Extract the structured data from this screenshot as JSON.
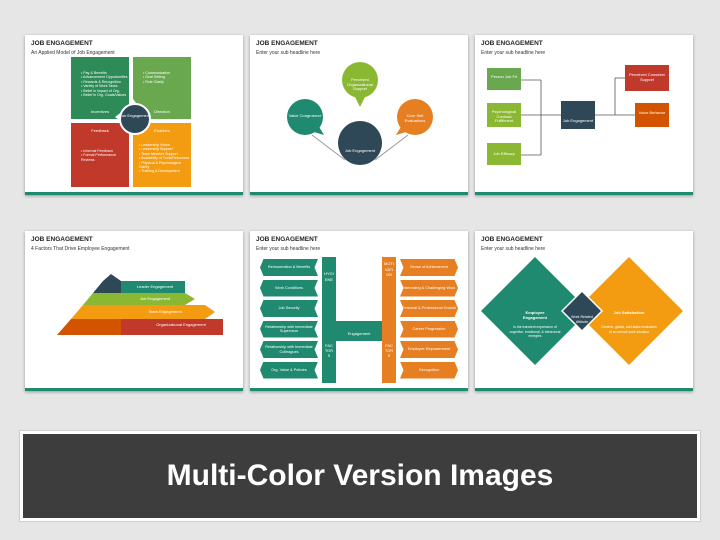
{
  "slides": [
    {
      "title": "JOB ENGAGEMENT",
      "subtitle": "An Applied Model of Job Engagement",
      "center": "Job Engagement",
      "quadrants": [
        {
          "name": "Incentives",
          "color": "#2e8b57",
          "items": [
            "Pay & Benefits",
            "Advancement Opportunities",
            "Rewards & Recognition",
            "Variety of Work Tasks",
            "Belief in Impact of Org.",
            "Belief in Org. Goals/Values"
          ]
        },
        {
          "name": "Direction",
          "color": "#6aa84f",
          "items": [
            "Communication",
            "Goal Setting",
            "Role Clarity"
          ]
        },
        {
          "name": "Feedback",
          "color": "#c0392b",
          "items": [
            "Informal Feedback",
            "Formal Performance Reviews"
          ]
        },
        {
          "name": "Enablers",
          "color": "#f39c12",
          "items": [
            "Leadership Vision",
            "Leadership Support",
            "Team Member Support",
            "Availability of Tools/Resources",
            "Physical & Psychological Safety",
            "Training & Development"
          ]
        }
      ]
    },
    {
      "title": "JOB ENGAGEMENT",
      "subtitle": "Enter your sub headline here",
      "center": "Job Engagement",
      "petals": [
        "Value Congruence",
        "Perceived Organizational Support",
        "Core Self Evaluations"
      ]
    },
    {
      "title": "JOB ENGAGEMENT",
      "subtitle": "Enter your sub headline here",
      "center": "Job Engagement",
      "left": [
        "Person Job Fit",
        "Psychological Contract Fulfillment",
        "Job Efficacy"
      ],
      "right": [
        "Perceived Coworker Support",
        "Voice Behavior"
      ]
    },
    {
      "title": "JOB ENGAGEMENT",
      "subtitle": "4 Factors That Drive Employee Engagement",
      "levels": [
        "Leader Engagement",
        "Job Engagement",
        "Team Engagement",
        "Organizational Engagement"
      ]
    },
    {
      "title": "JOB ENGAGEMENT",
      "subtitle": "Enter your sub headline here",
      "center": "Engagement",
      "hygiene_word": "HYGIENE",
      "motivation_word": "MOTIVATION",
      "factors_word": "FACTORS",
      "hygiene": [
        "Remuneration & Benefits",
        "Work Conditions",
        "Job Security",
        "Relationship with Immediate Supervisor",
        "Relationship with Immediate Colleagues",
        "Org. Value & Policies"
      ],
      "motivation": [
        "Sense of Achievement",
        "Interesting & Challenging Work",
        "Personal & Professional Growth",
        "Career Progression",
        "Employee Empowerment",
        "Recognition"
      ]
    },
    {
      "title": "JOB ENGAGEMENT",
      "subtitle": "Enter your sub headline here",
      "left_title": "Employee Engagement",
      "left_text": "Is the transient expression of cognitive, emotional, & behavioral energies",
      "middle": "Work Related Attitude",
      "right_title": "Job Satisfaction",
      "right_text": "Generic, global, and static evaluation of an overall work situation"
    }
  ],
  "banner": "Multi-Color Version Images"
}
